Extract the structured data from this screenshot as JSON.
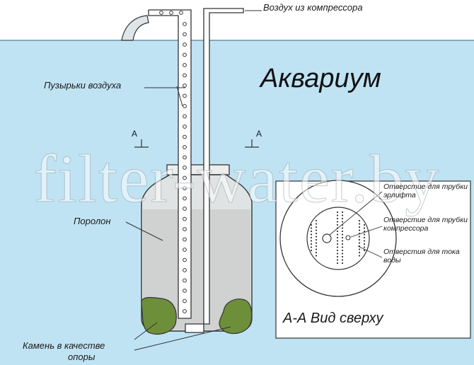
{
  "diagram": {
    "compressor_label": "Воздух из компрессора",
    "title": "Аквариум",
    "bubbles_label": "Пузырьки воздуха",
    "section_marker_left": "А",
    "section_marker_right": "А",
    "foam_label": "Поролон",
    "stone_label_line1": "Камень в качестве",
    "stone_label_line2": "опоры",
    "top_view": {
      "title": "А-А Вид сверху",
      "hole_airlift": "Отверстие для трубки эрлифта",
      "hole_compressor": "Отверстие для трубки компрессора",
      "holes_water": "Отверстия для тока воды"
    },
    "watermark": "filter-water.by"
  },
  "colors": {
    "water": "#bfe3f3",
    "foam": "#d0d2d2",
    "stone": "#6e8f3a",
    "outline": "#222222"
  }
}
